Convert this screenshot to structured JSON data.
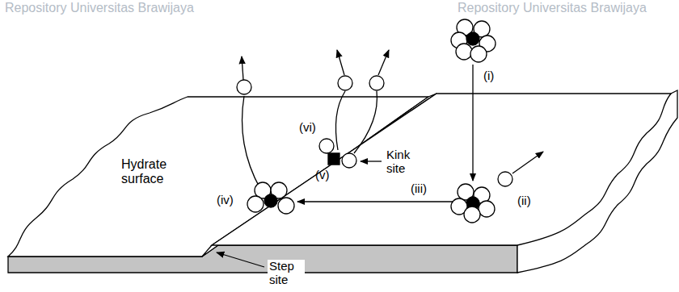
{
  "diagram": {
    "labels": [
      "Repository Universitas Brawijaya",
      "Repository Universitas Brawijaya",
      "(i)",
      "(ii)",
      "(iii)",
      "(iv)",
      "(v)",
      "(vi)",
      "Hydrate surface",
      "Kink site",
      "Step site"
    ]
  }
}
